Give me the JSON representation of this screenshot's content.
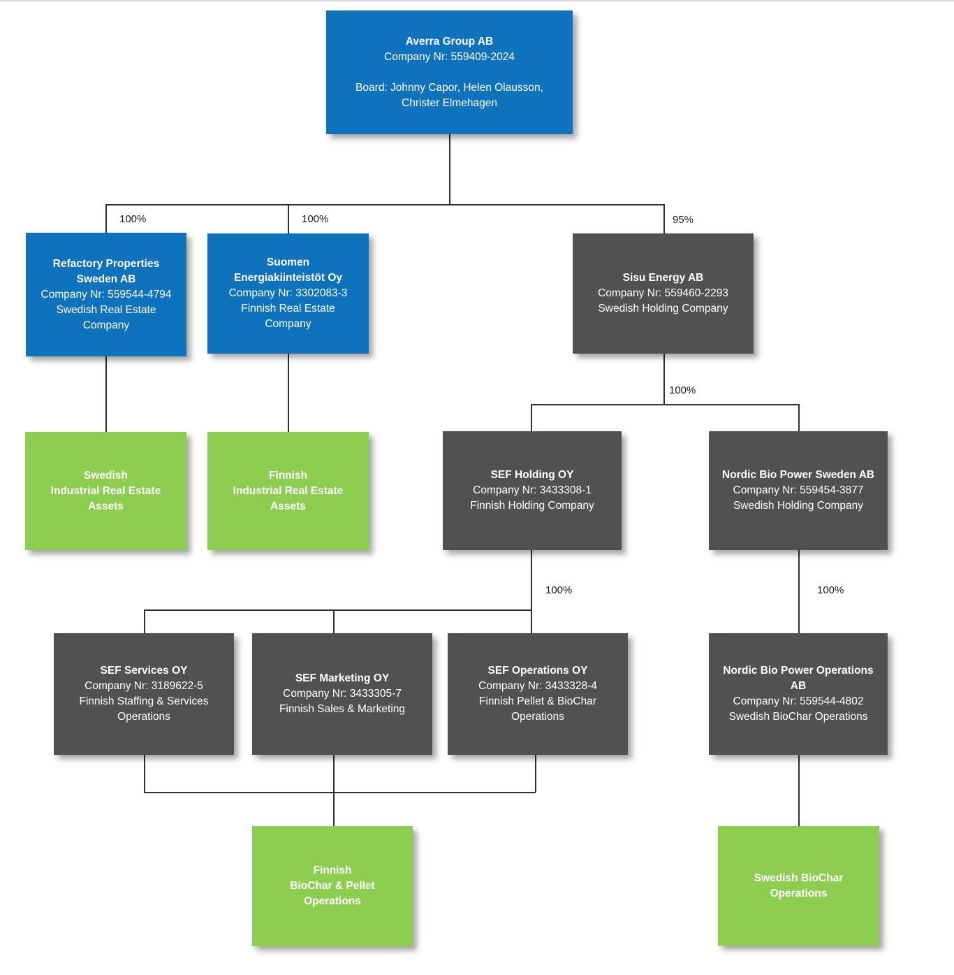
{
  "colors": {
    "blue": "#0e72bc",
    "gray": "#535051",
    "green": "#8dce50",
    "line": "#2f2f2f",
    "box_text": "#ffffff",
    "label_text": "#1a1a1a"
  },
  "nodes": [
    {
      "id": "averra",
      "color": "blue",
      "title_lines": [
        "Averra Group AB"
      ],
      "body_lines": [
        "Company Nr: 559409-2024",
        "",
        "Board: Johnny Capor, Helen Olausson,",
        "Christer Elmehagen"
      ]
    },
    {
      "id": "refactory",
      "color": "blue",
      "title_lines": [
        "Refactory Properties",
        "Sweden AB"
      ],
      "body_lines": [
        "Company Nr: 559544-4794",
        "Swedish Real Estate",
        "Company"
      ]
    },
    {
      "id": "suomen",
      "color": "blue",
      "title_lines": [
        "Suomen",
        "Energiakiinteistöt Oy"
      ],
      "body_lines": [
        "Company Nr: 3302083-3",
        "Finnish Real Estate",
        "Company"
      ]
    },
    {
      "id": "sisu",
      "color": "gray",
      "title_lines": [
        "Sisu Energy AB"
      ],
      "body_lines": [
        "Company Nr: 559460-2293",
        "Swedish Holding Company"
      ]
    },
    {
      "id": "swedish-assets",
      "color": "green",
      "title_lines": [
        "Swedish",
        "Industrial Real Estate",
        "Assets"
      ],
      "body_lines": []
    },
    {
      "id": "finnish-assets",
      "color": "green",
      "title_lines": [
        "Finnish",
        "Industrial Real Estate",
        "Assets"
      ],
      "body_lines": []
    },
    {
      "id": "sef-holding",
      "color": "gray",
      "title_lines": [
        "SEF Holding OY"
      ],
      "body_lines": [
        "Company Nr: 3433308-1",
        "Finnish Holding Company"
      ]
    },
    {
      "id": "nbp-sweden",
      "color": "gray",
      "title_lines": [
        "Nordic Bio Power Sweden AB"
      ],
      "body_lines": [
        "Company Nr: 559454-3877",
        "Swedish Holding Company"
      ]
    },
    {
      "id": "sef-services",
      "color": "gray",
      "title_lines": [
        "SEF Services OY"
      ],
      "body_lines": [
        "Company Nr: 3189622-5",
        "Finnish Staffing & Services",
        "Operations"
      ]
    },
    {
      "id": "sef-marketing",
      "color": "gray",
      "title_lines": [
        "SEF Marketing OY"
      ],
      "body_lines": [
        "Company Nr: 3433305-7",
        "Finnish Sales & Marketing"
      ]
    },
    {
      "id": "sef-operations",
      "color": "gray",
      "title_lines": [
        "SEF Operations OY"
      ],
      "body_lines": [
        "Company Nr: 3433328-4",
        "Finnish Pellet & BioChar",
        "Operations"
      ]
    },
    {
      "id": "nbp-operations",
      "color": "gray",
      "title_lines": [
        "Nordic Bio Power Operations",
        "AB"
      ],
      "body_lines": [
        "Company Nr: 559544-4802",
        "Swedish BioChar Operations"
      ]
    },
    {
      "id": "finnish-biochar",
      "color": "green",
      "title_lines": [
        "Finnish",
        "BioChar & Pellet",
        "Operations"
      ],
      "body_lines": []
    },
    {
      "id": "swedish-biochar",
      "color": "green",
      "title_lines": [
        "Swedish BioChar",
        "Operations"
      ],
      "body_lines": []
    }
  ],
  "labels": [
    {
      "text": "100%"
    },
    {
      "text": "100%"
    },
    {
      "text": "95%"
    },
    {
      "text": "100%"
    },
    {
      "text": "100%"
    },
    {
      "text": "100%"
    }
  ]
}
